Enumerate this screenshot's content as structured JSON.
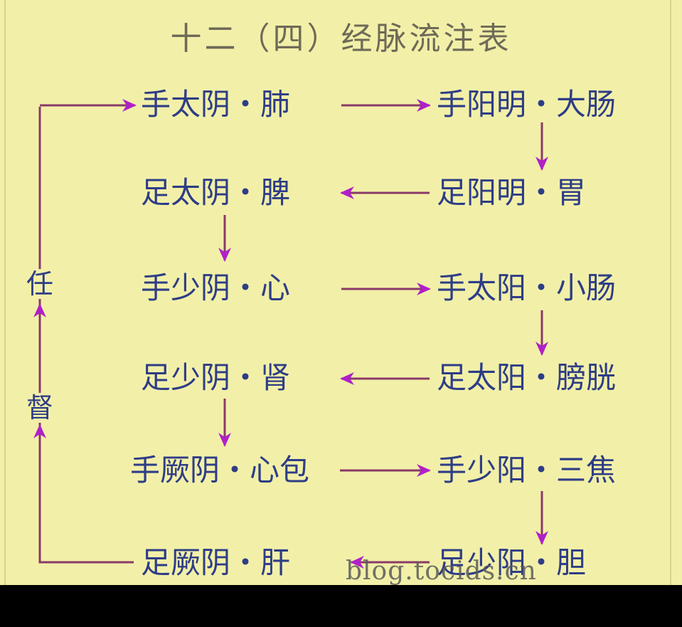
{
  "title": "十二（四）经脉流注表",
  "colors": {
    "background": "#f2f0a8",
    "text": "#2e3d86",
    "line": "#8a3a68",
    "arrowhead": "#b020c8",
    "title": "#6e6a58"
  },
  "nodes": [
    {
      "id": "lung",
      "label": "手太阴・肺"
    },
    {
      "id": "large-intestine",
      "label": "手阳明・大肠"
    },
    {
      "id": "spleen",
      "label": "足太阴・脾"
    },
    {
      "id": "stomach",
      "label": "足阳明・胃"
    },
    {
      "id": "heart",
      "label": "手少阴・心"
    },
    {
      "id": "small-intestine",
      "label": "手太阳・小肠"
    },
    {
      "id": "kidney",
      "label": "足少阴・肾"
    },
    {
      "id": "bladder",
      "label": "足太阳・膀胱"
    },
    {
      "id": "pericardium",
      "label": "手厥阴・心包"
    },
    {
      "id": "sanjiao",
      "label": "手少阳・三焦"
    },
    {
      "id": "liver",
      "label": "足厥阴・肝"
    },
    {
      "id": "gallbladder",
      "label": "足少阳・胆"
    }
  ],
  "side_labels": {
    "ren": "任",
    "du": "督"
  },
  "watermark": "blog.tocids.cn"
}
